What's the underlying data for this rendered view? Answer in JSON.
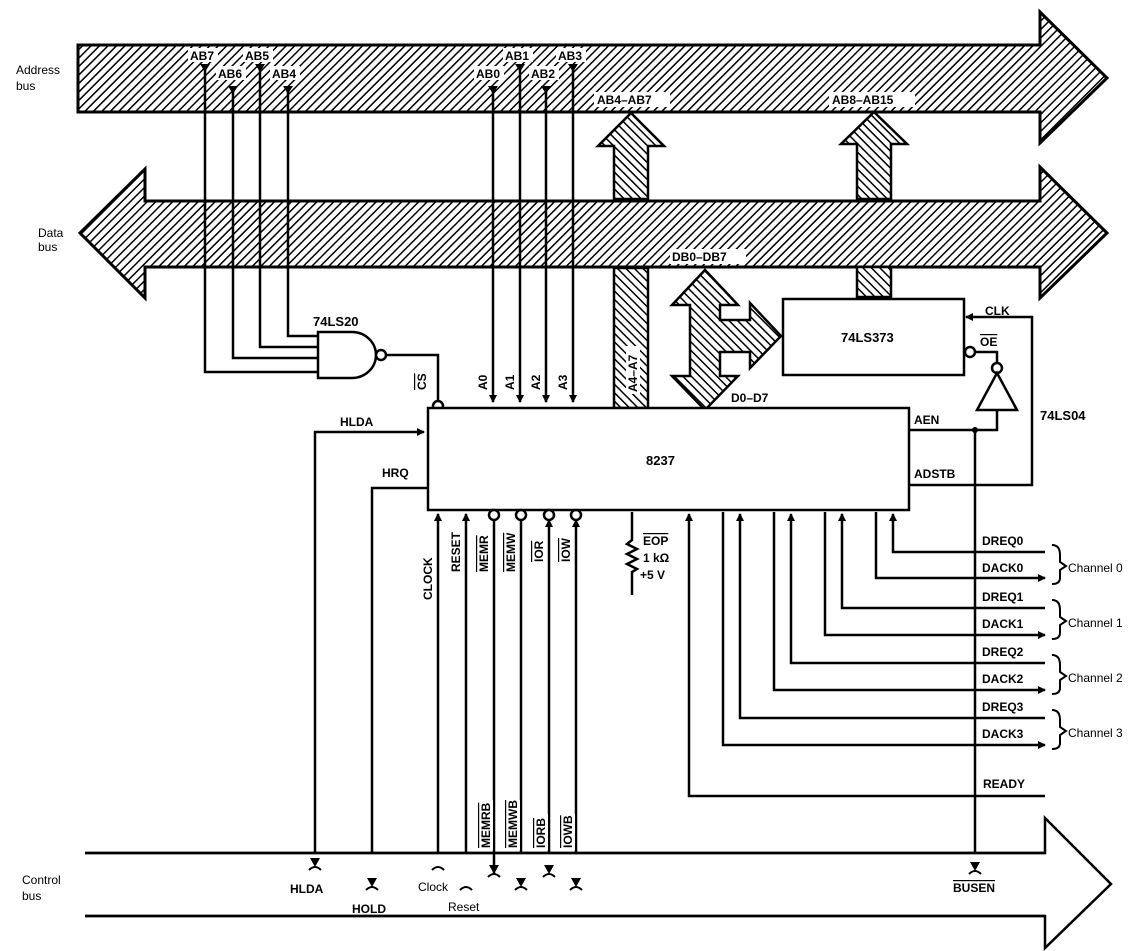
{
  "buses": {
    "address": {
      "label_line1": "Address",
      "label_line2": "bus"
    },
    "data": {
      "label_line1": "Data",
      "label_line2": "bus"
    },
    "control": {
      "label_line1": "Control",
      "label_line2": "bus"
    }
  },
  "address_taps": {
    "ab7": "AB7",
    "ab6": "AB6",
    "ab5": "AB5",
    "ab4": "AB4",
    "ab0": "AB0",
    "ab1": "AB1",
    "ab2": "AB2",
    "ab3": "AB3",
    "ab4_ab7": "AB4–AB7",
    "ab8_ab15": "AB8–AB15"
  },
  "data_labels": {
    "db0_db7": "DB0–DB7",
    "d0_d7": "D0–D7",
    "a4_a7": "A4–A7"
  },
  "chips": {
    "dma": "8237",
    "nand": "74LS20",
    "latch": "74LS373",
    "inverter": "74LS04"
  },
  "dma_pins": {
    "cs": "CS",
    "a0": "A0",
    "a1": "A1",
    "a2": "A2",
    "a3": "A3",
    "hlda": "HLDA",
    "hrq": "HRQ",
    "aen": "AEN",
    "adstb": "ADSTB",
    "clock": "CLOCK",
    "reset": "RESET",
    "memr": "MEMR",
    "memw": "MEMW",
    "ior": "IOR",
    "iow": "IOW"
  },
  "latch_pins": {
    "clk": "CLK",
    "oe": "OE"
  },
  "eop": {
    "line1": "EOP",
    "line2": "1 kΩ",
    "line3": "+5 V"
  },
  "channels": [
    {
      "dreq": "DREQ0",
      "dack": "DACK0",
      "label": "Channel 0"
    },
    {
      "dreq": "DREQ1",
      "dack": "DACK1",
      "label": "Channel 1"
    },
    {
      "dreq": "DREQ2",
      "dack": "DACK2",
      "label": "Channel 2"
    },
    {
      "dreq": "DREQ3",
      "dack": "DACK3",
      "label": "Channel 3"
    }
  ],
  "ready": "READY",
  "control_signals": {
    "memrb": "MEMRB",
    "memwb": "MEMWB",
    "iorb": "IORB",
    "iowb": "IOWB",
    "hlda": "HLDA",
    "hold": "HOLD",
    "clock": "Clock",
    "reset": "Reset",
    "busen": "BUSEN"
  }
}
